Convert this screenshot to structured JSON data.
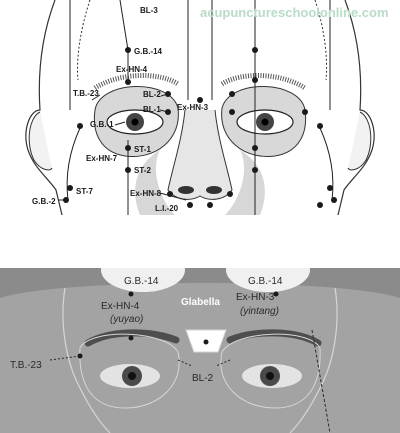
{
  "watermark": "acupunctureschoolonline.com",
  "top_labels": {
    "bl3": "BL-3",
    "gb14": "G.B.-14",
    "exhn4": "Ex-HN-4",
    "bl2": "BL-2",
    "exhn3": "Ex-HN-3",
    "bl1": "BL-1",
    "tb23": "T.B.-23",
    "gb1": "G.B.-1",
    "st1": "ST-1",
    "exhn7": "Ex-HN-7",
    "st2": "ST-2",
    "st7": "ST-7",
    "exhn8": "Ex-HN-8",
    "gb2": "G.B.-2",
    "li20": "L.I.-20"
  },
  "bottom_labels": {
    "gb14_left": "G.B.-14",
    "gb14_right": "G.B.-14",
    "exhn4": "Ex-HN-4",
    "yuyao": "(yuyao)",
    "glabella": "Glabella",
    "exhn3": "Ex-HN-3",
    "yintang": "(yintang)",
    "tb23": "T.B.-23",
    "bl2": "BL-2"
  },
  "colors": {
    "point": "#1a1a1a",
    "photo_bg": "#8b8b8b",
    "highlight": "#e6e6e6",
    "watermark": "#b9dcc6"
  }
}
